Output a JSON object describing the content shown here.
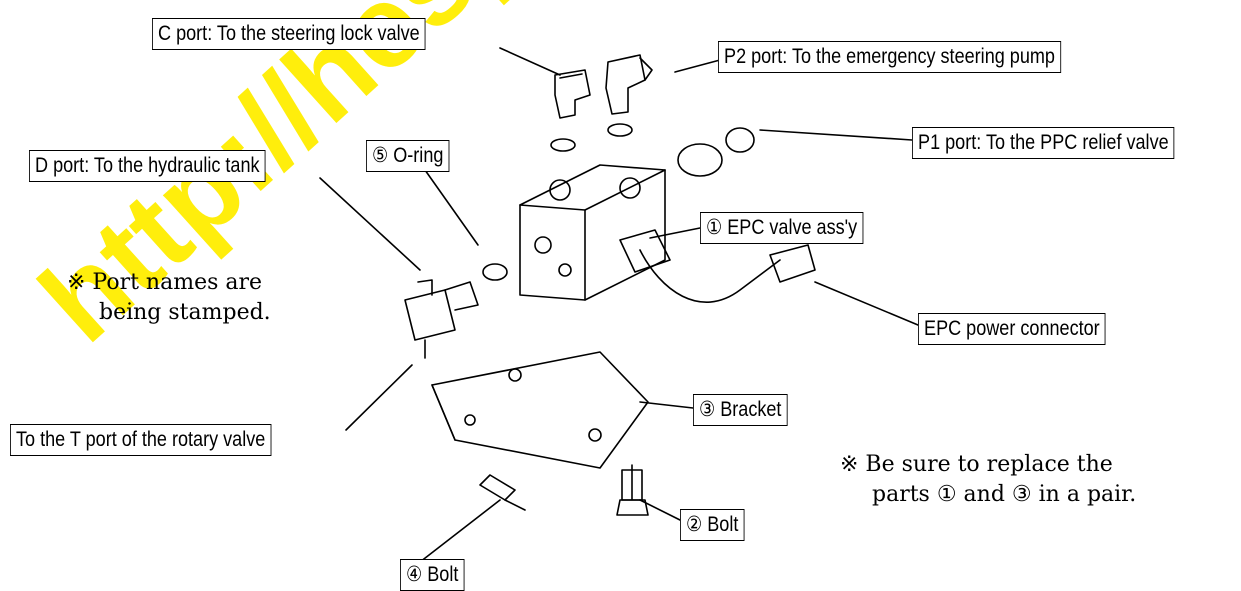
{
  "labels": {
    "c_port": "C port: To the steering lock valve",
    "p2_port": "P2 port: To the emergency steering pump",
    "p1_port": "P1 port: To the PPC relief valve",
    "d_port": "D port: To the hydraulic tank",
    "o_ring": "⑤ O-ring",
    "epc_valve": "① EPC valve ass'y",
    "epc_connector": "EPC power connector",
    "bracket": "③ Bracket",
    "t_port": "To the T port of the rotary valve",
    "bolt2": "② Bolt",
    "bolt4": "④ Bolt"
  },
  "notes": {
    "port_names_1": "※ Port names are",
    "port_names_2": "being stamped.",
    "replace_1": "※ Be sure to replace the",
    "replace_2": "parts ① and ③ in a pair."
  },
  "watermark": "http://hespareparts.c",
  "colors": {
    "watermark": "#ffee00",
    "ink": "#000000"
  }
}
